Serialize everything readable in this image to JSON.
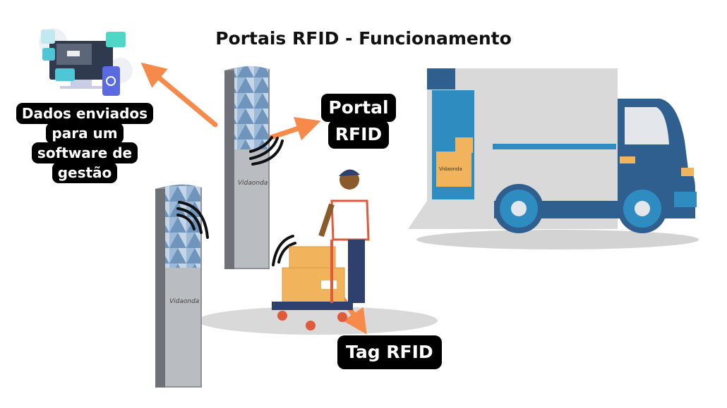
{
  "title": "Portais RFID - Funcionamento",
  "labels": {
    "software": [
      "Dados enviados",
      "para um",
      "software de",
      "gestão"
    ],
    "portal": [
      "Portal",
      "RFID"
    ],
    "tag": "Tag RFID"
  },
  "brand_logo": "Vidaonda",
  "colors": {
    "arrow": "#f58a4b",
    "label_bg": "#000000",
    "truck_blue": "#2f5f8e",
    "portal_panel": "#7fa3c8"
  },
  "icons": [
    "software-dashboard-icon",
    "rfid-wave-icon",
    "arrow-icon",
    "delivery-truck",
    "worker-with-cart",
    "rfid-portal"
  ]
}
